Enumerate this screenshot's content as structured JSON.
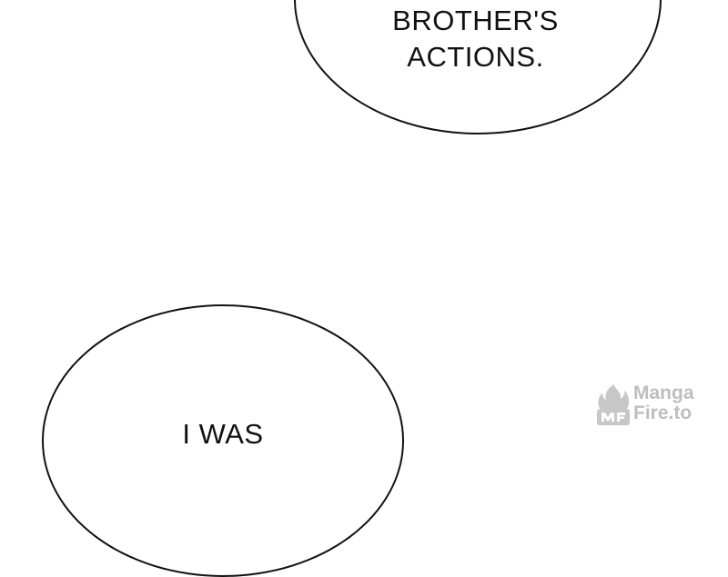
{
  "panel": {
    "bubble_top_lines": [
      "BROTHER'S",
      "ACTIONS."
    ],
    "bubble_bottom_lines": [
      "I WAS"
    ]
  },
  "watermark": {
    "line1": "Manga",
    "line2": "Fire.to",
    "color": "#8a8a8a"
  }
}
